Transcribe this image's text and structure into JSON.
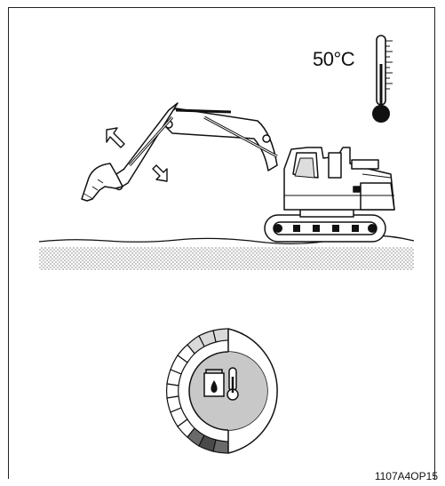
{
  "temperature": {
    "label": "50°C"
  },
  "figure": {
    "code": "1107A4OP15"
  },
  "colors": {
    "line": "#111111",
    "ground_dots": "#9a9a9a",
    "gauge_light": "#d9d9d9",
    "gauge_dark": "#5a5a5a",
    "gauge_center": "#c8c8c8"
  },
  "gauge": {
    "segments_total": 16,
    "dark_segments_level": 0.25
  },
  "icons": {
    "excavator": "excavator-icon",
    "thermometer": "thermometer-icon",
    "hydraulic_temp": "hydraulic-oil-temperature-icon",
    "arrows": "movement-arrow-icon"
  }
}
